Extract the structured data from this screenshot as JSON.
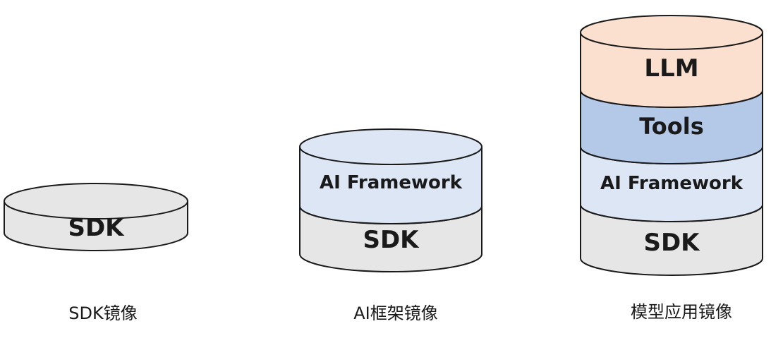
{
  "colors": {
    "sdk": "#e6e6e6",
    "ai_framework": "#dce6f4",
    "tools": "#b4c8e8",
    "llm": "#fbe0cf",
    "outline": "#1a1a1a"
  },
  "stacks": [
    {
      "caption": "SDK镜像",
      "layers": [
        {
          "label": "SDK",
          "color_key": "sdk"
        }
      ]
    },
    {
      "caption": "AI框架镜像",
      "layers": [
        {
          "label": "SDK",
          "color_key": "sdk"
        },
        {
          "label": "AI Framework",
          "color_key": "ai_framework"
        }
      ]
    },
    {
      "caption": "模型应用镜像",
      "layers": [
        {
          "label": "SDK",
          "color_key": "sdk"
        },
        {
          "label": "AI Framework",
          "color_key": "ai_framework"
        },
        {
          "label": "Tools",
          "color_key": "tools"
        },
        {
          "label": "LLM",
          "color_key": "llm"
        }
      ]
    }
  ]
}
